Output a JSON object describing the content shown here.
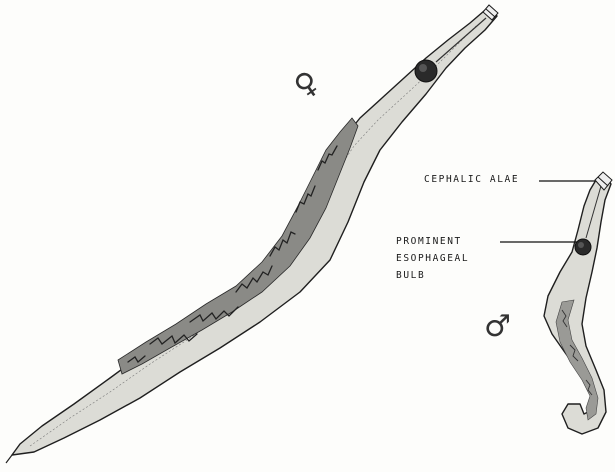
{
  "labels": {
    "cephalic_alae": "CEPHALIC ALAE",
    "esophageal_bulb": [
      "PROMINENT",
      "ESOPHAGEAL",
      "BULB"
    ]
  },
  "symbols": {
    "female": "♀",
    "male": "♂"
  },
  "colors": {
    "ink": "#1a1a1a",
    "body_fill": "#d9d9d4",
    "internal_shading": "#5a5a5a",
    "paper": "#fdfdfb"
  }
}
